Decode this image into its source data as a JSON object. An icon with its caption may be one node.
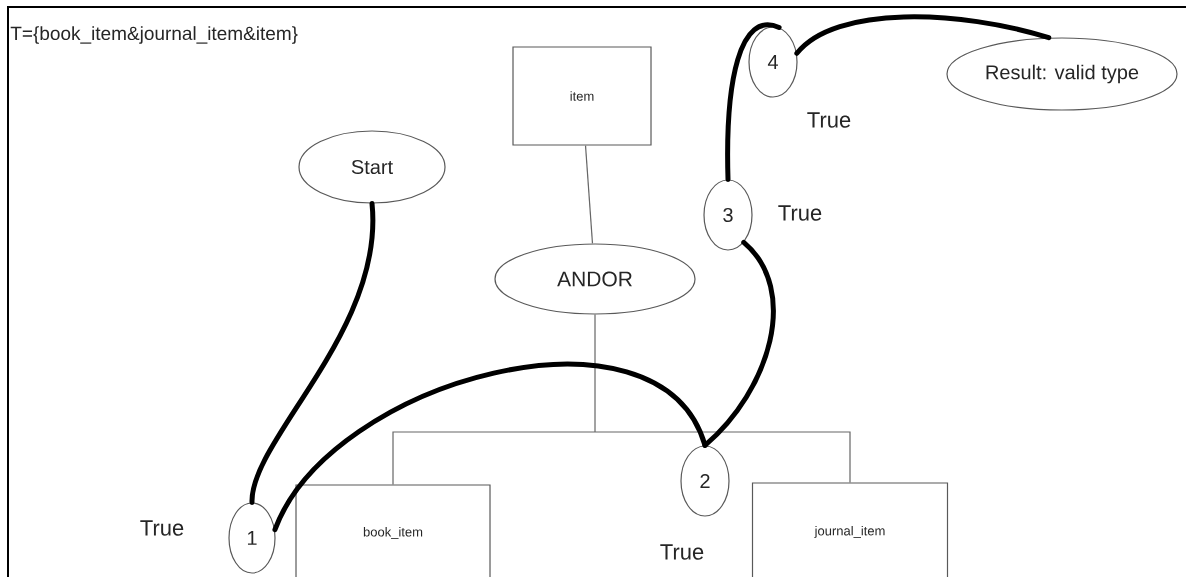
{
  "diagram": {
    "nodes": [
      {
        "text": [
          "item"
        ]
      },
      {
        "text": [
          "ANDOR"
        ]
      },
      {
        "text": [
          "book_item"
        ]
      },
      {
        "text": [
          "journal_item"
        ]
      },
      {
        "text": [
          "Start"
        ]
      },
      {
        "text": [
          "1"
        ],
        "beside": [
          "True"
        ]
      },
      {
        "text": [
          "2"
        ],
        "beside": [
          "True"
        ]
      },
      {
        "text": [
          "3"
        ],
        "beside": [
          "True"
        ]
      },
      {
        "text": [
          "4"
        ],
        "beside": [
          "True"
        ]
      },
      {
        "text": [
          "Result: valid type"
        ]
      }
    ],
    "edges": [
      {
        "from": 0,
        "to": 1,
        "arrow": "none",
        "color": "#666666"
      },
      {
        "from": 1,
        "to": 2,
        "arrow": "none",
        "color": "#666666"
      },
      {
        "from": 1,
        "to": 3,
        "arrow": "none",
        "color": "#666666"
      },
      {
        "from": 4,
        "to": 5,
        "arrow": "none"
      },
      {
        "from": 5,
        "to": 6,
        "arrow": "none"
      },
      {
        "from": 6,
        "to": 7,
        "arrow": "none"
      },
      {
        "from": 7,
        "to": 8,
        "arrow": "none"
      },
      {
        "from": 8,
        "to": 9,
        "arrow": "none"
      }
    ],
    "labels": [
      "T={book_item&journal_item&item}"
    ]
  }
}
